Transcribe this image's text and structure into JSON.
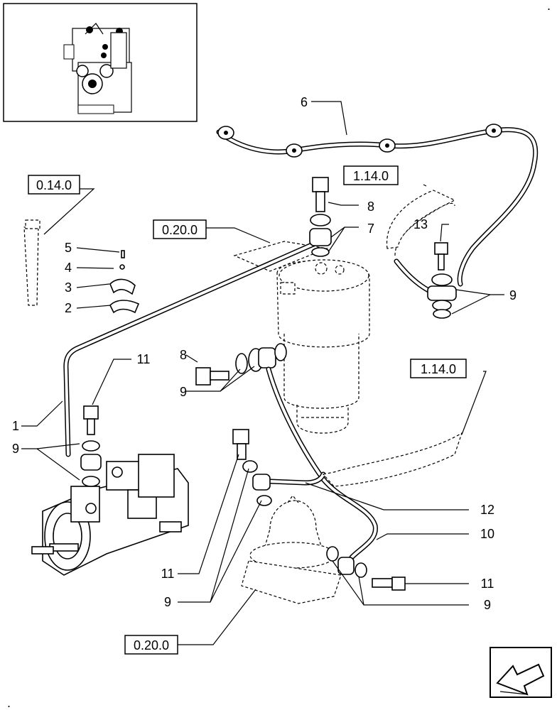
{
  "callouts": {
    "c1": "1",
    "c2": "2",
    "c3": "3",
    "c4": "4",
    "c5": "5",
    "c6": "6",
    "c7": "7",
    "c8a": "8",
    "c8b": "8",
    "c9a": "9",
    "c9b": "9",
    "c9c": "9",
    "c9d": "9",
    "c9e": "9",
    "c10": "10",
    "c11a": "11",
    "c11b": "11",
    "c11c": "11",
    "c12": "12",
    "c13": "13"
  },
  "refs": {
    "r_0140": "0.14.0",
    "r_0200_top": "0.20.0",
    "r_1140_top": "1.14.0",
    "r_1140_mid": "1.14.0",
    "r_0200_bottom": "0.20.0"
  },
  "footer_mark": ".",
  "corner_mark": "."
}
